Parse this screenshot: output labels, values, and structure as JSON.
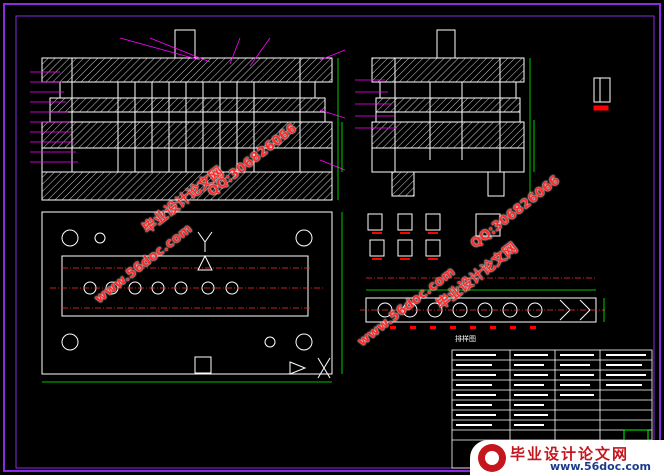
{
  "drawing": {
    "bottom_view_label": "排样图",
    "title_block_rows": 12
  },
  "watermarks": [
    {
      "text": "毕业设计论文网"
    },
    {
      "text": "www.56doc.com"
    },
    {
      "text": "QQ:306826066"
    },
    {
      "text": "毕业设计论文网"
    },
    {
      "text": "www.56doc.com"
    },
    {
      "text": "QQ:306826066"
    }
  ],
  "logo": {
    "title": "毕业设计论文网",
    "url": "www.56doc.com"
  },
  "colors": {
    "background": "#000000",
    "border": "#8a2be2",
    "outline": "#ffffff",
    "dimension": "#00ff00",
    "leader": "#ff00ff",
    "accent": "#ff0000",
    "centerline": "#ff3030",
    "hatch": "#ffffff"
  }
}
